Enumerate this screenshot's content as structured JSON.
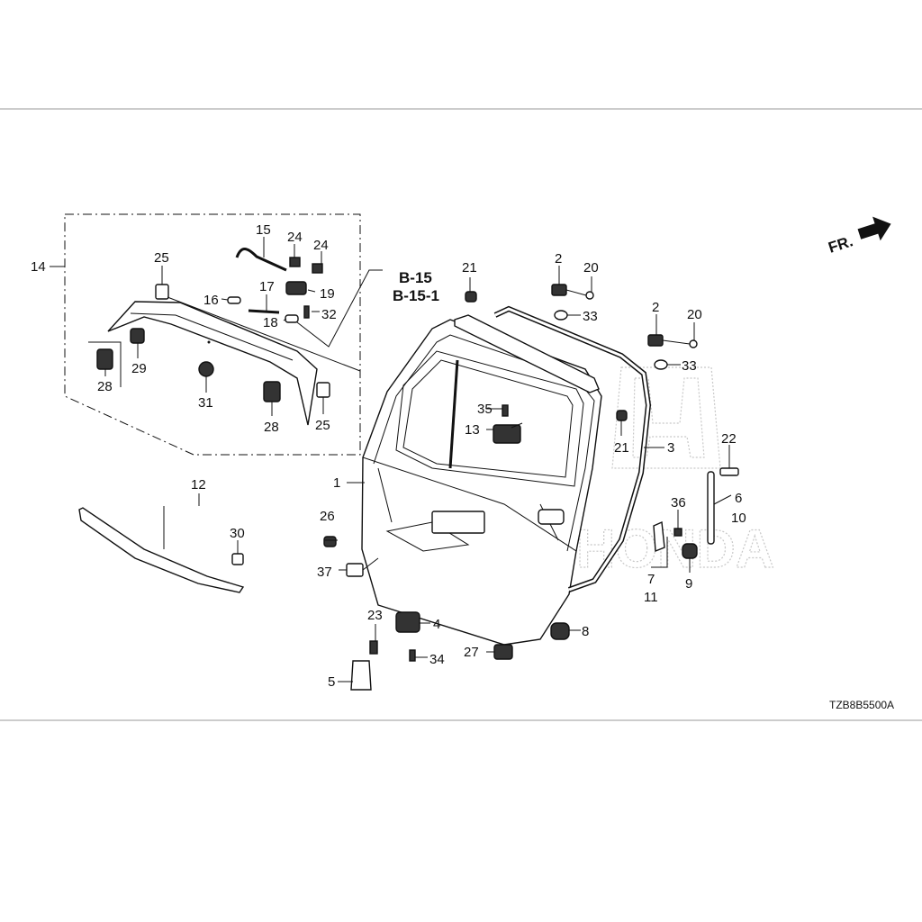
{
  "diagram_code": "TZB8B5500A",
  "front_indicator": "FR.",
  "watermark_text": "HONDA",
  "references": [
    "B-15",
    "B-15-1"
  ],
  "callouts": {
    "c1": "1",
    "c2a": "2",
    "c2b": "2",
    "c3": "3",
    "c4": "4",
    "c5": "5",
    "c6": "6",
    "c7": "7",
    "c8": "8",
    "c9": "9",
    "c10": "10",
    "c11": "11",
    "c12": "12",
    "c13": "13",
    "c14": "14",
    "c15": "15",
    "c16": "16",
    "c17": "17",
    "c18": "18",
    "c19": "19",
    "c20a": "20",
    "c20b": "20",
    "c21a": "21",
    "c21b": "21",
    "c22": "22",
    "c23": "23",
    "c24a": "24",
    "c24b": "24",
    "c25a": "25",
    "c25b": "25",
    "c26": "26",
    "c27": "27",
    "c28a": "28",
    "c28b": "28",
    "c29": "29",
    "c30": "30",
    "c31": "31",
    "c32": "32",
    "c33a": "33",
    "c33b": "33",
    "c34": "34",
    "c35": "35",
    "c36": "36",
    "c37": "37"
  },
  "colors": {
    "line": "#111111",
    "watermark": "#c8c8c8",
    "background": "#ffffff"
  }
}
